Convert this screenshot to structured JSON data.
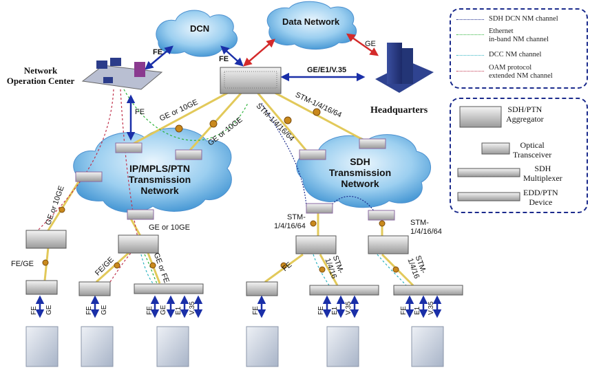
{
  "clouds": {
    "dcn": "DCN",
    "data_network": "Data Network",
    "ip_mpls_ptn": [
      "IP/MPLS/PTN",
      "Transmission",
      "Network"
    ],
    "sdh": [
      "SDH",
      "Transmission",
      "Network"
    ]
  },
  "sites": {
    "noc": [
      "Network",
      "Operation Center"
    ],
    "headquarters": "Headquarters"
  },
  "links": {
    "fe_noc_dcn": "FE",
    "fe_dcn_agg": "FE",
    "fe_noc_ip": "FE",
    "ge_dn_hq": "GE",
    "ge_e1_v35": "GE/E1/V.35",
    "ge_10ge_a": "GE or 10GE",
    "ge_10ge_b": "GE or 10GE",
    "stm_a": "STM-1/4/16/64",
    "stm_b": "STM-1/4/16/64",
    "ge_10ge_left": "GE or 10GE",
    "ge_10ge_mid": "GE or 10GE",
    "fe_ge_left": "FE/GE",
    "fe_ge_mid": "FE/GE",
    "ge_or_fe": "GE or FE",
    "stm_sdh_left": [
      "STM-",
      "1/4/16/64"
    ],
    "stm_sdh_right": [
      "STM-",
      "1/4/16/64"
    ],
    "fe_sdh": "FE",
    "stm_1416_a": [
      "STM-",
      "1/4/16"
    ],
    "stm_1416_b": [
      "STM-",
      "1/4/16"
    ]
  },
  "access_ports": {
    "a1": [
      "FE",
      "GE"
    ],
    "a2": [
      "FE",
      "GE"
    ],
    "a3": [
      "FE",
      "GE",
      "E1",
      "V.35"
    ],
    "a4": [
      "FE"
    ],
    "a5": [
      "FE",
      "E1",
      "V.35"
    ],
    "a6": [
      "FE",
      "E1",
      "V.35"
    ]
  },
  "legend_channels": {
    "items": [
      {
        "label": [
          "SDH DCN NM channel"
        ],
        "color": "#1a2a8c"
      },
      {
        "label": [
          "Ethernet",
          "in-band NM channel"
        ],
        "color": "#2db33a"
      },
      {
        "label": [
          "DCC NM channel"
        ],
        "color": "#2bb3c0"
      },
      {
        "label": [
          "OAM protocol",
          "extended NM channel"
        ],
        "color": "#c0304a"
      }
    ]
  },
  "legend_devices": {
    "items": [
      {
        "label": [
          "SDH/PTN",
          "Aggregator"
        ]
      },
      {
        "label": [
          "Optical",
          "Transceiver"
        ]
      },
      {
        "label": [
          "SDH",
          "Multiplexer"
        ]
      },
      {
        "label": [
          "EDD/PTN",
          "Device"
        ]
      }
    ]
  },
  "colors": {
    "trunk": "#e8d060",
    "arrow_blue": "#1a2fa8",
    "arrow_red": "#d42a2a",
    "cloud_fill": "#7fbfe8",
    "legend_border": "#1a2a8c"
  }
}
